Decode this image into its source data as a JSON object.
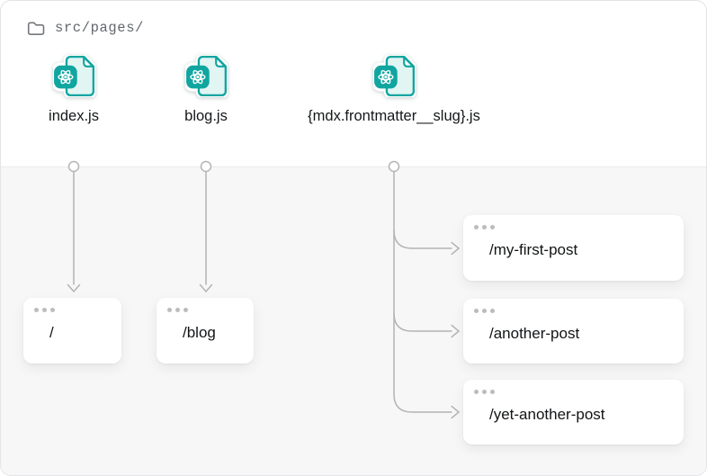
{
  "header": {
    "folder": "src/pages/"
  },
  "files": [
    {
      "label": "index.js"
    },
    {
      "label": "blog.js"
    },
    {
      "label": "{mdx.frontmatter__slug}.js"
    }
  ],
  "routes": [
    {
      "path": "/"
    },
    {
      "path": "/blog"
    },
    {
      "path": "/my-first-post"
    },
    {
      "path": "/another-post"
    },
    {
      "path": "/yet-another-post"
    }
  ],
  "icons": {
    "folder": "folder-icon",
    "file": "react-file-icon",
    "window_dots": "window-dots-icon",
    "connector": "arrow-connector"
  },
  "colors": {
    "accent_teal": "#11a5a0",
    "page_fill": "#e1f5f3",
    "connector_gray": "#b4b4b4",
    "panel_bg": "#f7f7f8",
    "card_bg": "#ffffff",
    "text_primary": "#151719",
    "text_muted": "#63686d"
  }
}
